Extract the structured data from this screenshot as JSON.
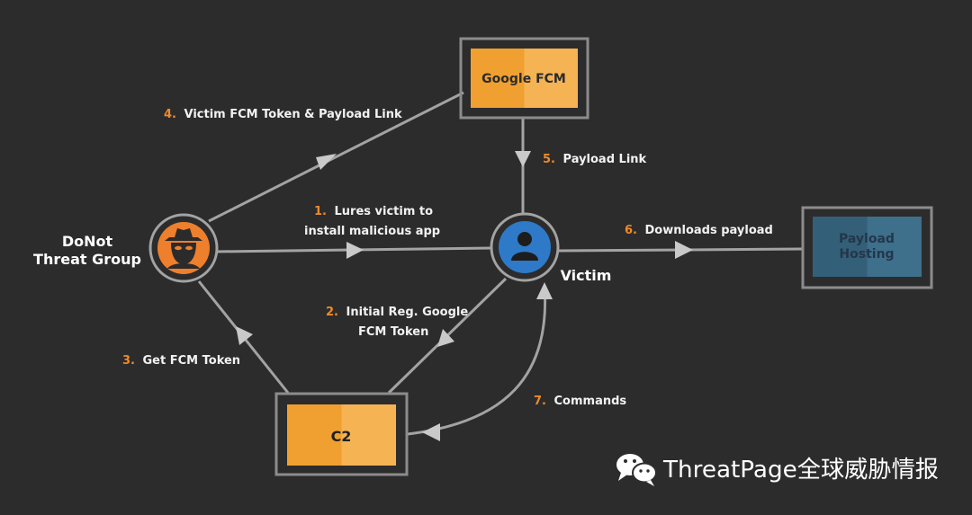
{
  "nodes": {
    "google_fcm": "Google FCM",
    "threat_group_line1": "DoNot",
    "threat_group_line2": "Threat Group",
    "victim": "Victim",
    "c2": "C2",
    "payload_hosting_line1": "Payload",
    "payload_hosting_line2": "Hosting"
  },
  "steps": {
    "s1_num": "1.",
    "s1_line1": "Lures victim to",
    "s1_line2": "install malicious app",
    "s2_num": "2.",
    "s2_line1": "Initial Reg. Google",
    "s2_line2": "FCM Token",
    "s3_num": "3.",
    "s3_text": "Get FCM Token",
    "s4_num": "4.",
    "s4_text": "Victim FCM Token & Payload Link",
    "s5_num": "5.",
    "s5_text": "Payload Link",
    "s6_num": "6.",
    "s6_text": "Downloads payload",
    "s7_num": "7.",
    "s7_text": "Commands"
  },
  "watermark": "ThreatPage全球威胁情报",
  "icons": {
    "threat_actor": "spy-hat-icon",
    "victim": "user-icon",
    "watermark": "wechat-icon"
  },
  "colors": {
    "background": "#2c2c2c",
    "orange": "#f2a33a",
    "orange_light": "#f5b354",
    "step_number": "#ef8a2b",
    "victim_blue": "#2e7ac8",
    "payload_teal": "#3b6b85",
    "line_gray": "#a3a3a3"
  }
}
